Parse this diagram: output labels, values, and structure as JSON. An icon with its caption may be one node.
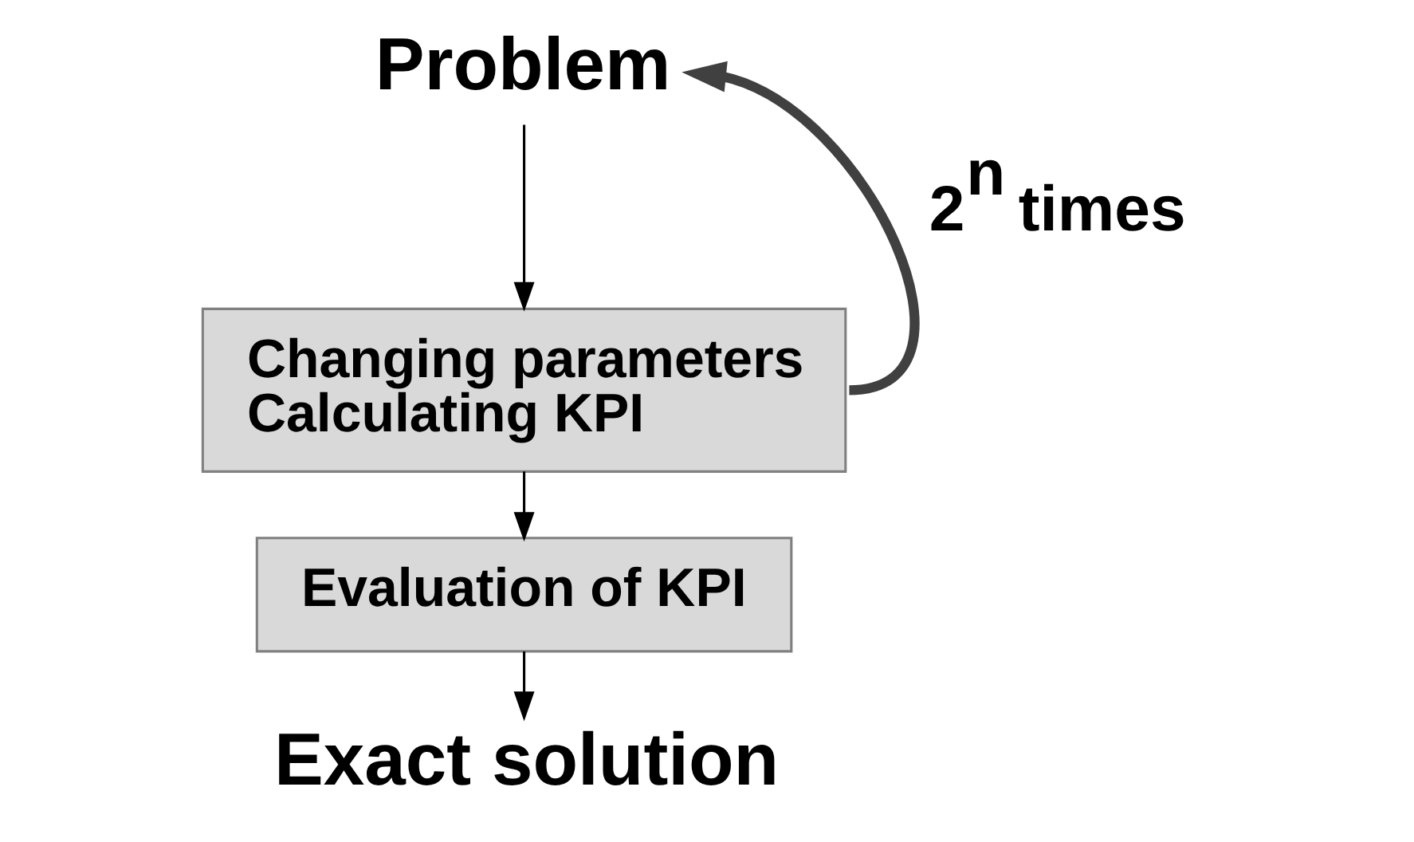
{
  "diagram": {
    "nodes": [
      {
        "text": [
          "Problem"
        ]
      },
      {
        "text": [
          "Changing parameters",
          "Calculating KPI"
        ]
      },
      {
        "text": [
          "Evaluation of KPI"
        ]
      },
      {
        "text": [
          "Exact solution"
        ]
      }
    ],
    "edges": [
      {
        "from": 0,
        "to": 1,
        "arrow": "to"
      },
      {
        "from": 1,
        "to": 2,
        "arrow": "to"
      },
      {
        "from": 2,
        "to": 3,
        "arrow": "to"
      },
      {
        "from": 1,
        "to": 0,
        "arrow": "to",
        "label": "2$^{n}$ times",
        "style": "thick",
        "color": "#404040"
      }
    ]
  }
}
